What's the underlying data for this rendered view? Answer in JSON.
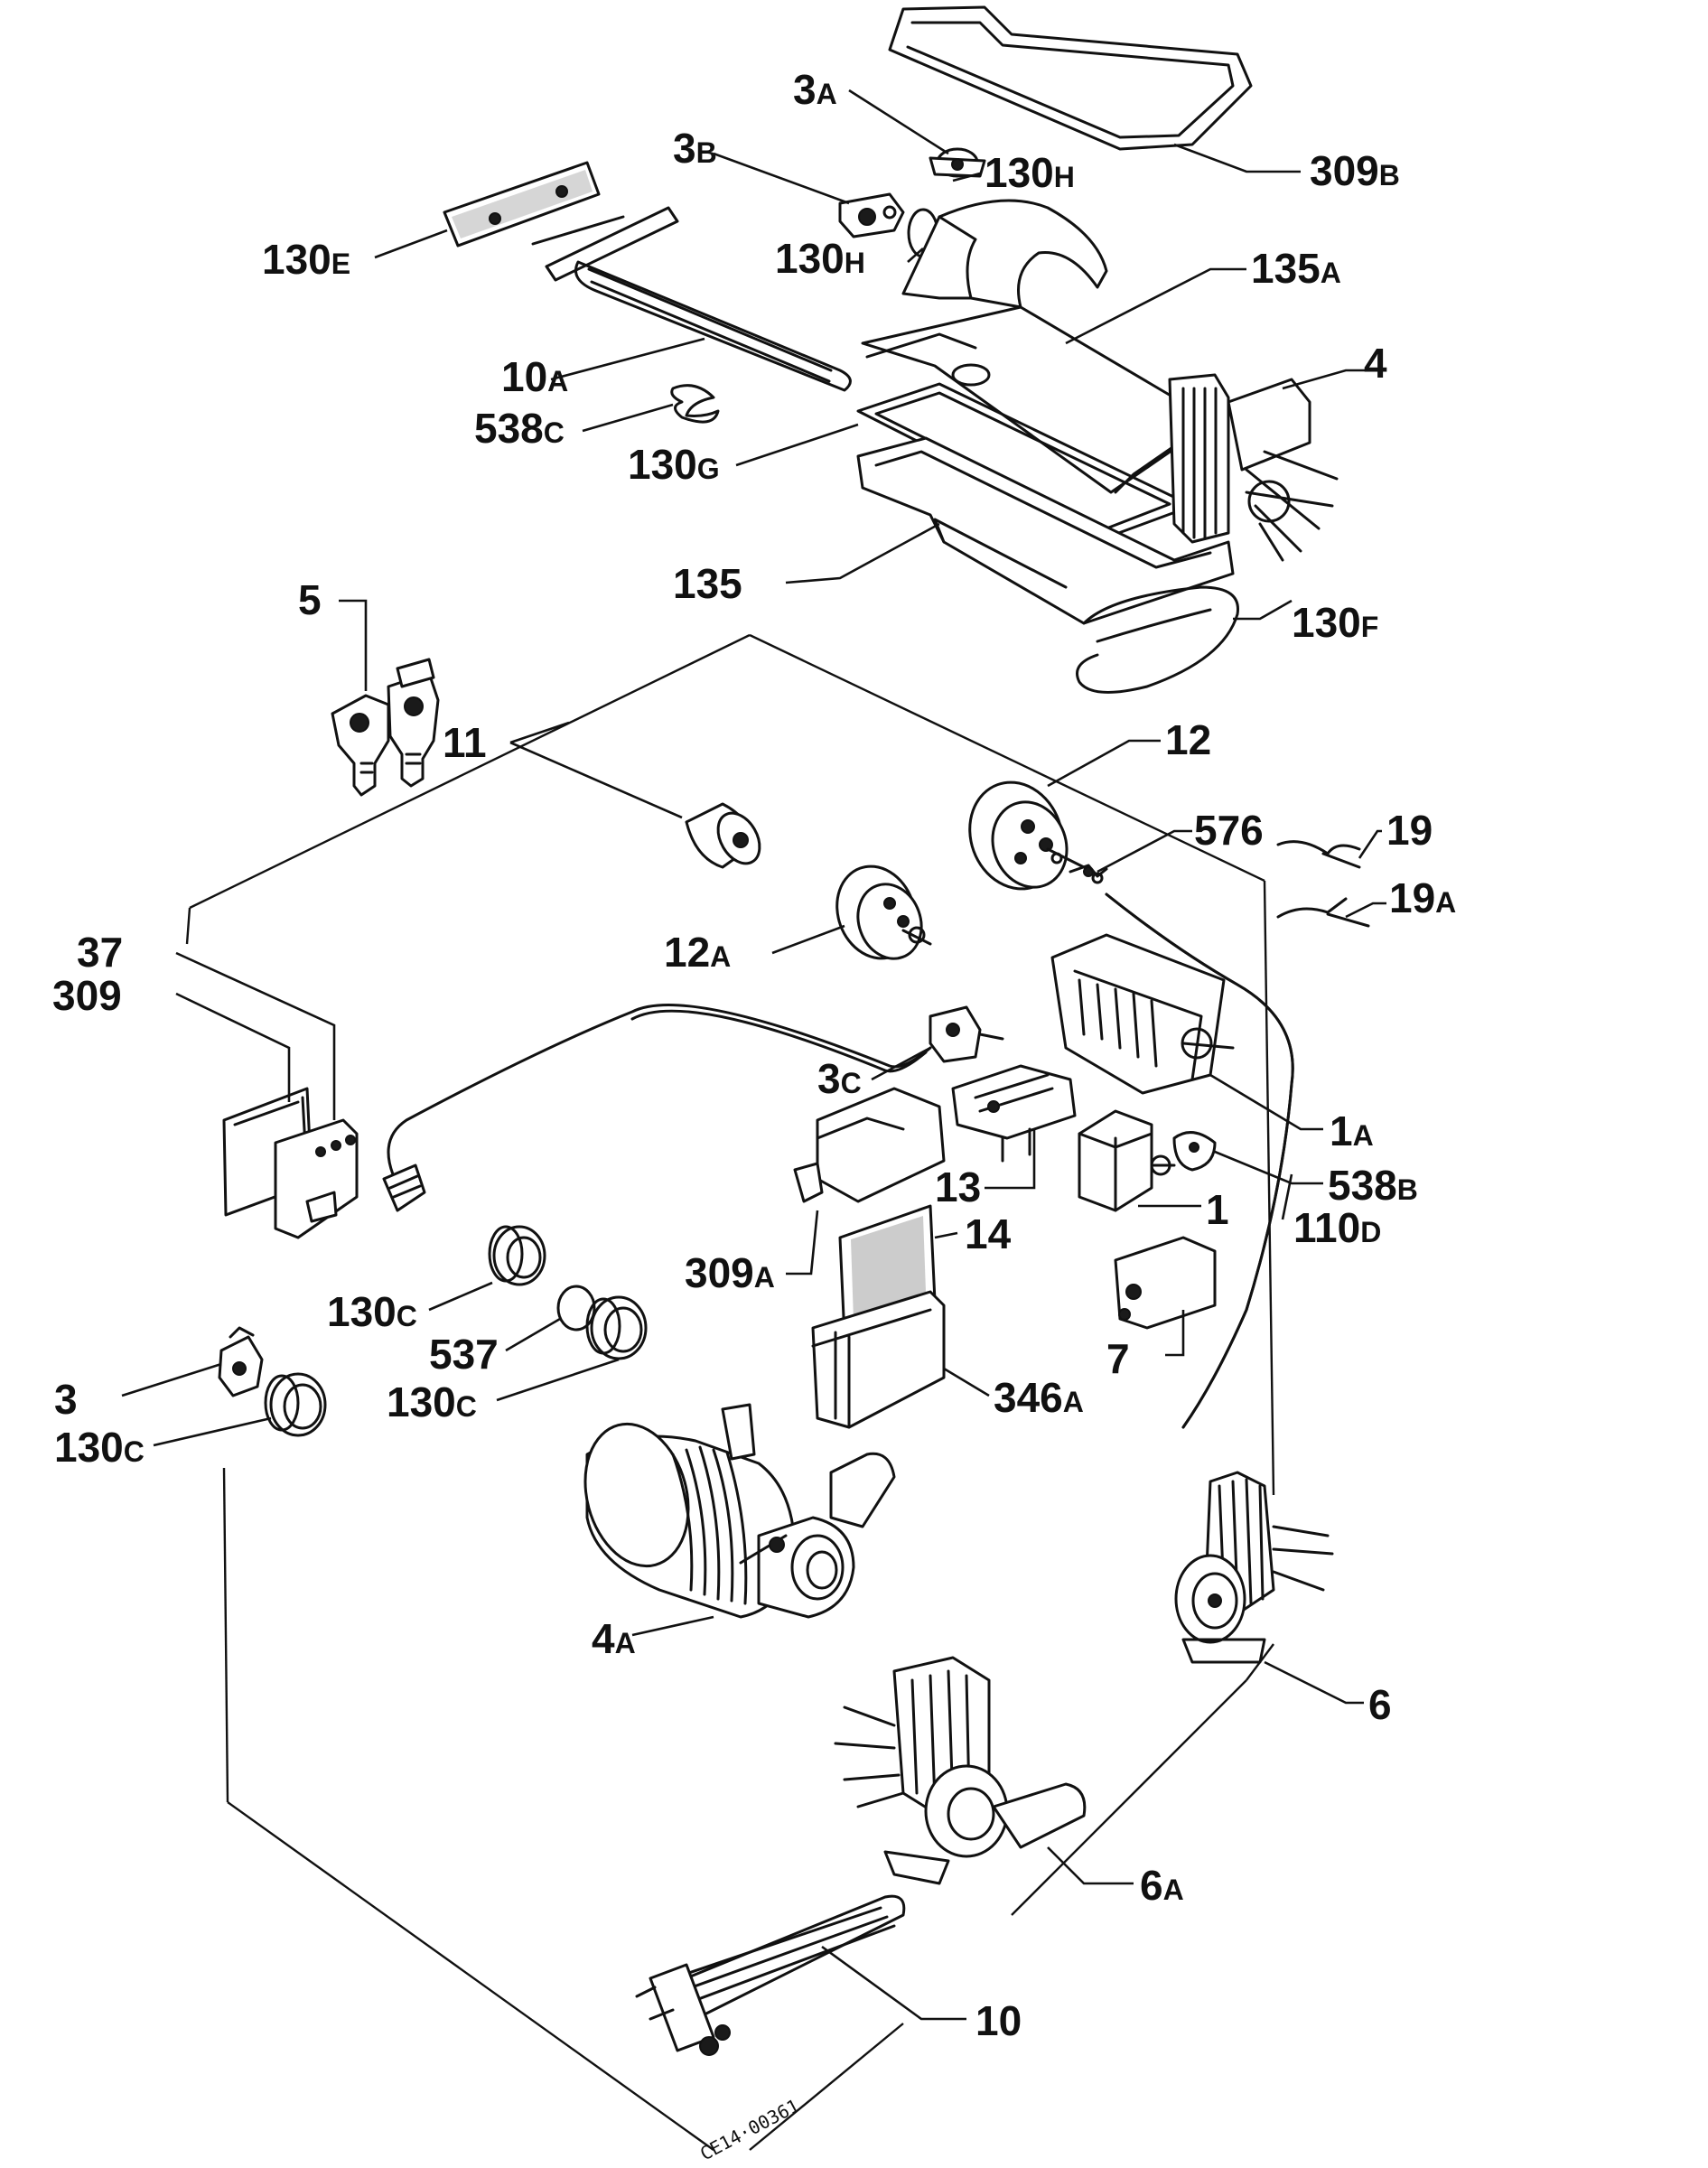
{
  "diagram": {
    "labels": [
      {
        "id": "3a",
        "num": "3",
        "suf": "A"
      },
      {
        "id": "3b",
        "num": "3",
        "suf": "B"
      },
      {
        "id": "130h-top",
        "num": "130",
        "suf": "H"
      },
      {
        "id": "130h-mid",
        "num": "130",
        "suf": "H"
      },
      {
        "id": "309b",
        "num": "309",
        "suf": "B"
      },
      {
        "id": "130e",
        "num": "130",
        "suf": "E"
      },
      {
        "id": "135a",
        "num": "135",
        "suf": "A"
      },
      {
        "id": "10a",
        "num": "10",
        "suf": "A"
      },
      {
        "id": "4",
        "num": "4",
        "suf": ""
      },
      {
        "id": "538c",
        "num": "538",
        "suf": "C"
      },
      {
        "id": "130g",
        "num": "130",
        "suf": "G"
      },
      {
        "id": "135",
        "num": "135",
        "suf": ""
      },
      {
        "id": "5",
        "num": "5",
        "suf": ""
      },
      {
        "id": "130f",
        "num": "130",
        "suf": "F"
      },
      {
        "id": "11",
        "num": "11",
        "suf": ""
      },
      {
        "id": "12",
        "num": "12",
        "suf": ""
      },
      {
        "id": "576",
        "num": "576",
        "suf": ""
      },
      {
        "id": "19",
        "num": "19",
        "suf": ""
      },
      {
        "id": "19a",
        "num": "19",
        "suf": "A"
      },
      {
        "id": "12a",
        "num": "12",
        "suf": "A"
      },
      {
        "id": "37",
        "num": "37",
        "suf": ""
      },
      {
        "id": "309",
        "num": "309",
        "suf": ""
      },
      {
        "id": "3c",
        "num": "3",
        "suf": "C"
      },
      {
        "id": "1a",
        "num": "1",
        "suf": "A"
      },
      {
        "id": "13",
        "num": "13",
        "suf": ""
      },
      {
        "id": "538b",
        "num": "538",
        "suf": "B"
      },
      {
        "id": "1",
        "num": "1",
        "suf": ""
      },
      {
        "id": "110d",
        "num": "110",
        "suf": "D"
      },
      {
        "id": "14",
        "num": "14",
        "suf": ""
      },
      {
        "id": "309a",
        "num": "309",
        "suf": "A"
      },
      {
        "id": "130c-a",
        "num": "130",
        "suf": "C"
      },
      {
        "id": "537",
        "num": "537",
        "suf": ""
      },
      {
        "id": "7",
        "num": "7",
        "suf": ""
      },
      {
        "id": "130c-b",
        "num": "130",
        "suf": "C"
      },
      {
        "id": "346a",
        "num": "346",
        "suf": "A"
      },
      {
        "id": "3",
        "num": "3",
        "suf": ""
      },
      {
        "id": "130c-c",
        "num": "130",
        "suf": "C"
      },
      {
        "id": "4a",
        "num": "4",
        "suf": "A"
      },
      {
        "id": "6",
        "num": "6",
        "suf": ""
      },
      {
        "id": "6a",
        "num": "6",
        "suf": "A"
      },
      {
        "id": "10",
        "num": "10",
        "suf": ""
      }
    ],
    "stamp": "CE14·00361"
  }
}
